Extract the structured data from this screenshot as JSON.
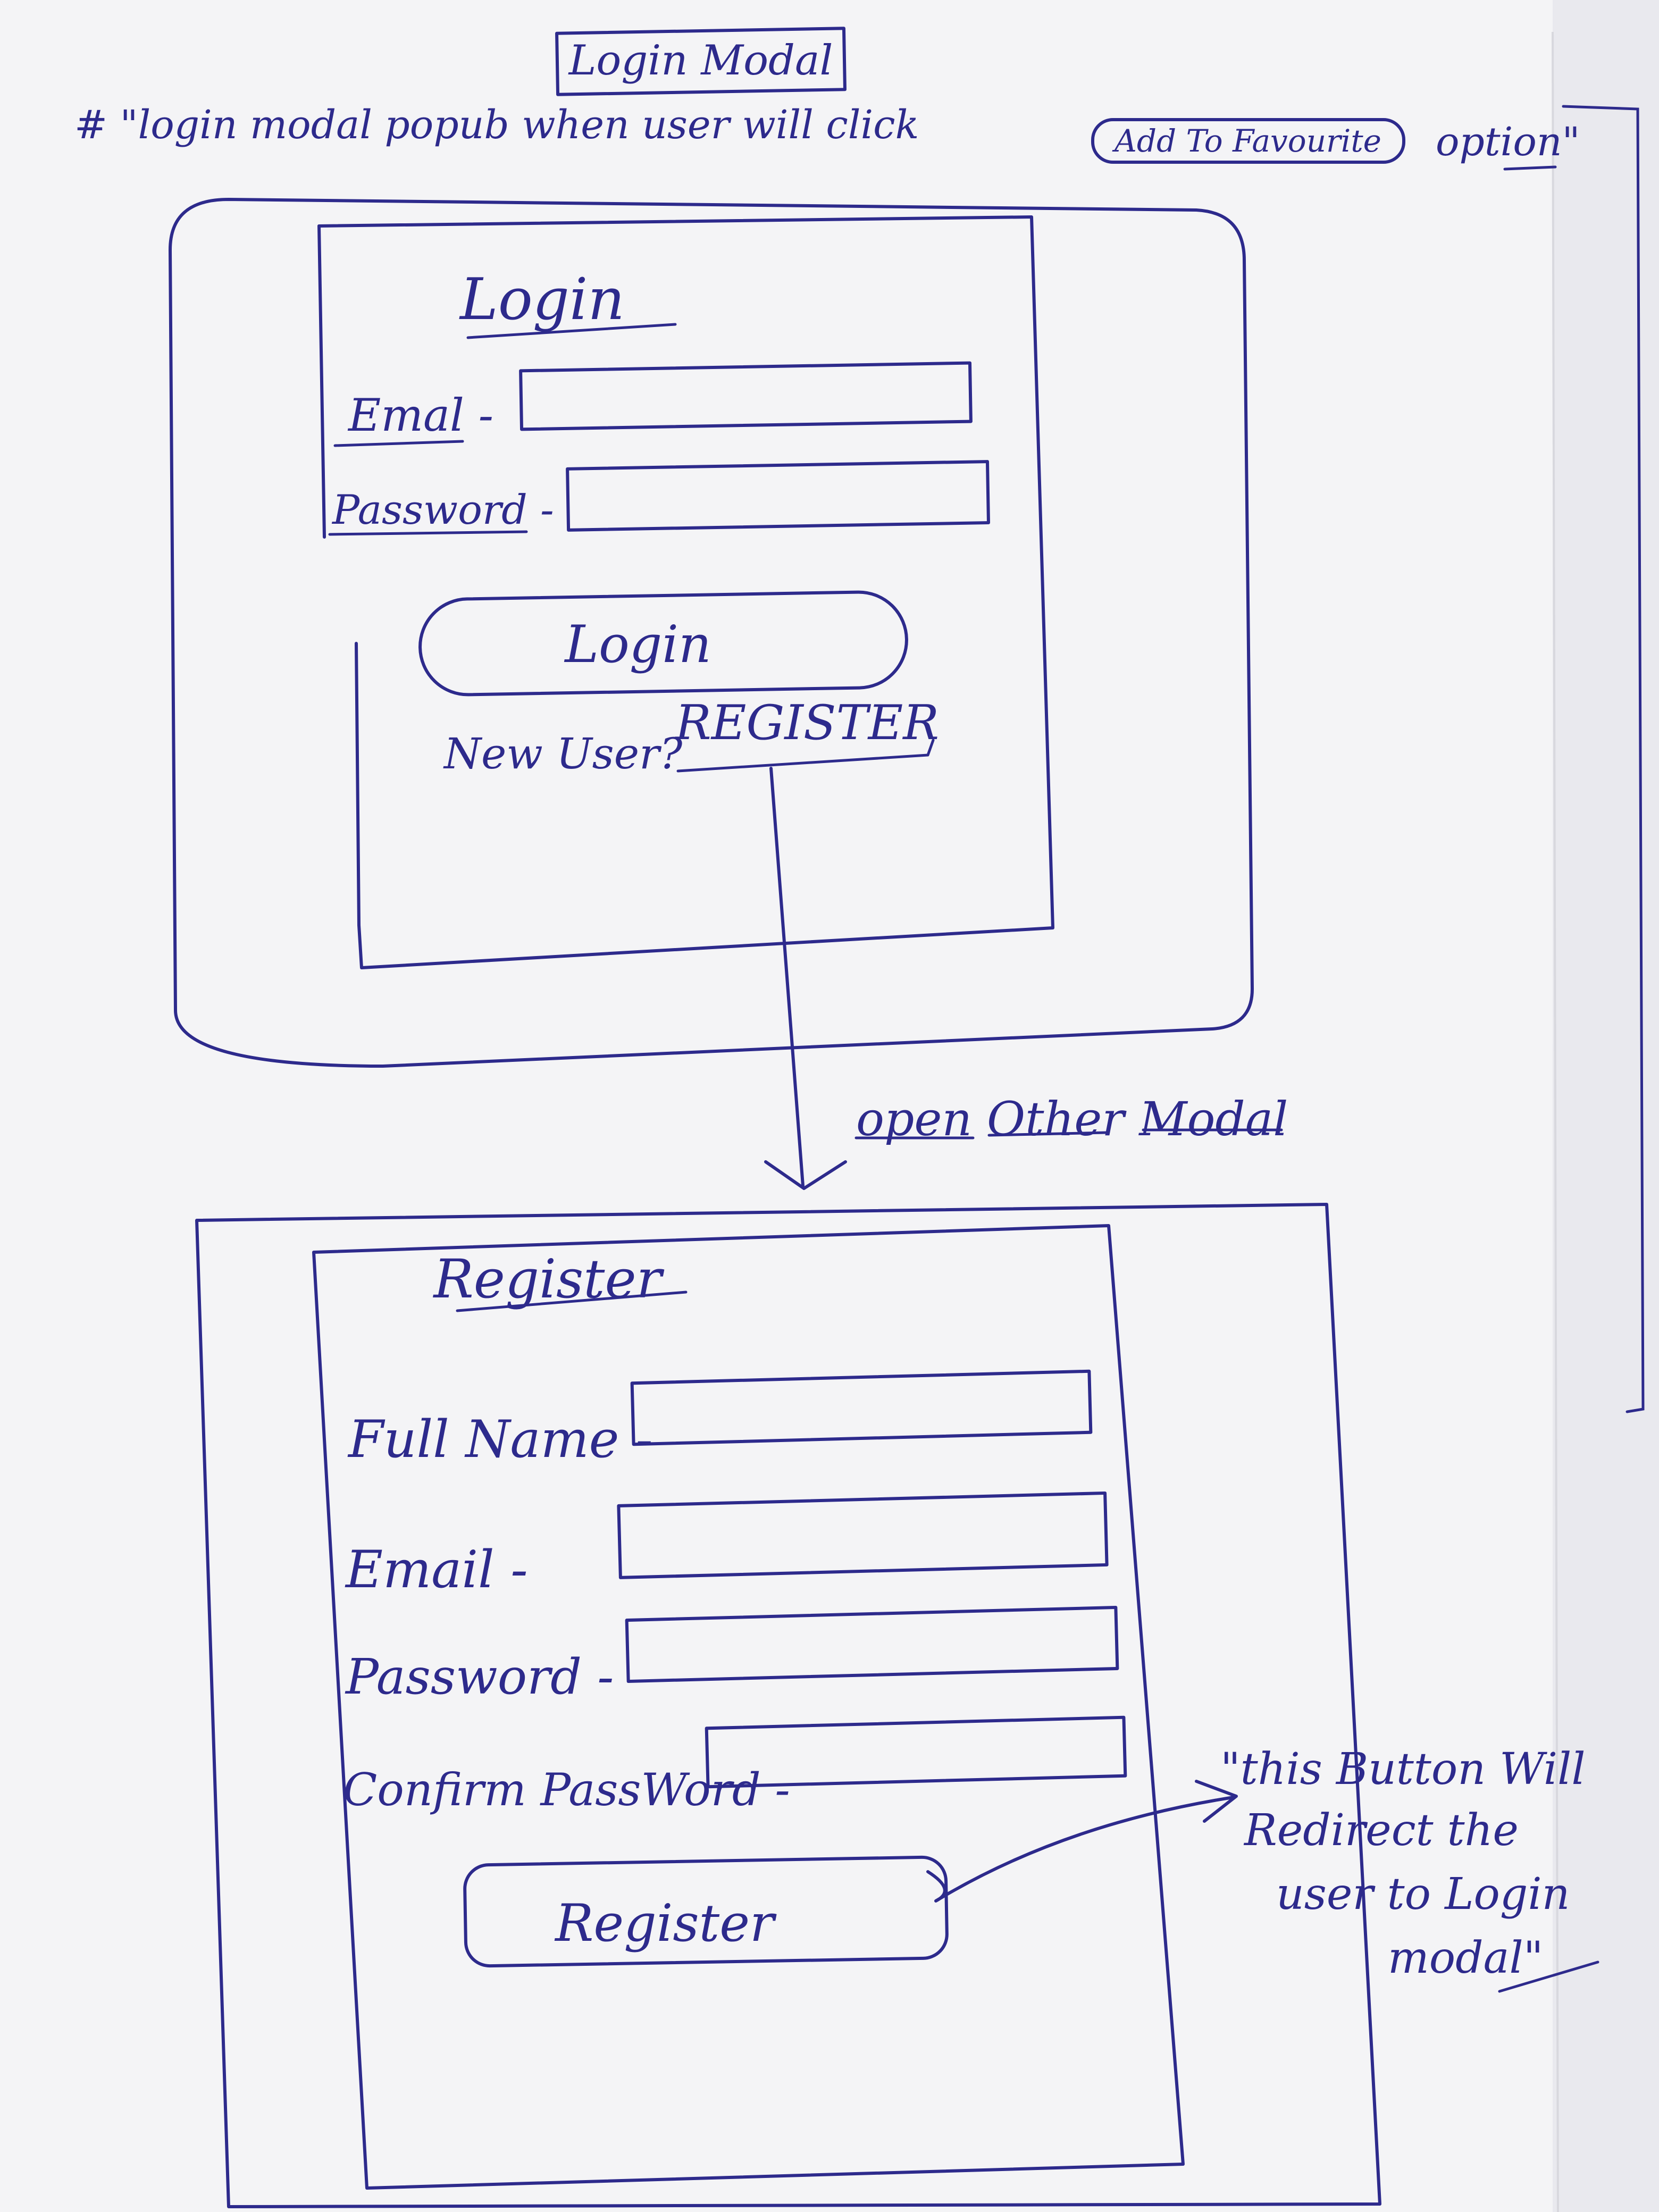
{
  "title": "Login Modal",
  "note": {
    "prefix": "# \"login modal popub when user will click",
    "chip": "Add To Favourite",
    "suffix": "option\""
  },
  "login_modal": {
    "heading": "Login",
    "email_label": "Emal -",
    "password_label": "Password -",
    "login_button": "Login",
    "new_user_text": "New User?",
    "register_link": "REGISTER"
  },
  "arrow_label": "open Other Modal",
  "register_modal": {
    "heading": "Register",
    "fullname_label": "Full Name -",
    "email_label": "Email -",
    "password_label": "Password -",
    "confirm_label": "Confirm PassWord -",
    "register_button": "Register"
  },
  "register_note": {
    "line1": "\"this Button Will",
    "line2": "Redirect the",
    "line3": "user to Login",
    "line4": "modal\""
  },
  "colors": {
    "ink": "#2d2a8c",
    "paper": "#f4f4f6"
  }
}
